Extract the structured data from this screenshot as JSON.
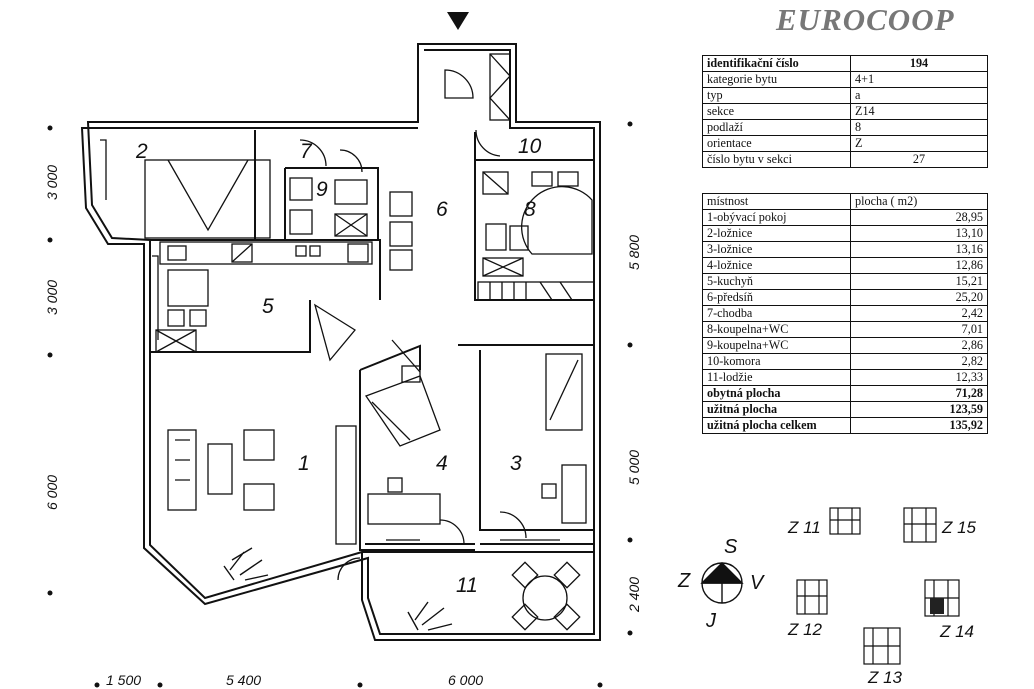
{
  "brand": "EUROCOOP",
  "info_table": {
    "rows": [
      {
        "label": "identifikační číslo",
        "value": "194"
      },
      {
        "label": "kategorie bytu",
        "value": "4+1"
      },
      {
        "label": "typ",
        "value": "a"
      },
      {
        "label": "sekce",
        "value": "Z14"
      },
      {
        "label": "podlaží",
        "value": "8"
      },
      {
        "label": "orientace",
        "value": "Z"
      },
      {
        "label": "číslo bytu v sekci",
        "value": "27"
      }
    ]
  },
  "rooms_table": {
    "header": {
      "label": "místnost",
      "value": "plocha ( m2)"
    },
    "rows": [
      {
        "label": "1-obývací pokoj",
        "value": "28,95"
      },
      {
        "label": "2-ložnice",
        "value": "13,10"
      },
      {
        "label": "3-ložnice",
        "value": "13,16"
      },
      {
        "label": "4-ložnice",
        "value": "12,86"
      },
      {
        "label": "5-kuchyň",
        "value": "15,21"
      },
      {
        "label": "6-předsíň",
        "value": "25,20"
      },
      {
        "label": "7-chodba",
        "value": "2,42"
      },
      {
        "label": "8-koupelna+WC",
        "value": "7,01"
      },
      {
        "label": "9-koupelna+WC",
        "value": "2,86"
      },
      {
        "label": "10-komora",
        "value": "2,82"
      },
      {
        "label": "11-lodžie",
        "value": "12,33"
      }
    ],
    "totals": [
      {
        "label": "obytná plocha",
        "value": "71,28"
      },
      {
        "label": "užitná plocha",
        "value": "123,59"
      },
      {
        "label": "užitná plocha celkem",
        "value": "135,92"
      }
    ]
  },
  "room_labels": [
    "1",
    "2",
    "3",
    "4",
    "5",
    "6",
    "7",
    "8",
    "9",
    "10",
    "11"
  ],
  "dimensions": {
    "left": [
      "3 000",
      "3 000",
      "6 000"
    ],
    "right": [
      "5 800",
      "5 000",
      "2 400"
    ],
    "bottom": [
      "1 500",
      "5 400",
      "6 000"
    ]
  },
  "compass": {
    "north": "S",
    "south": "J",
    "west": "Z",
    "east": "V"
  },
  "sections": [
    "Z 11",
    "Z 15",
    "Z 12",
    "Z 14",
    "Z 13"
  ],
  "highlighted_section": "Z 14"
}
